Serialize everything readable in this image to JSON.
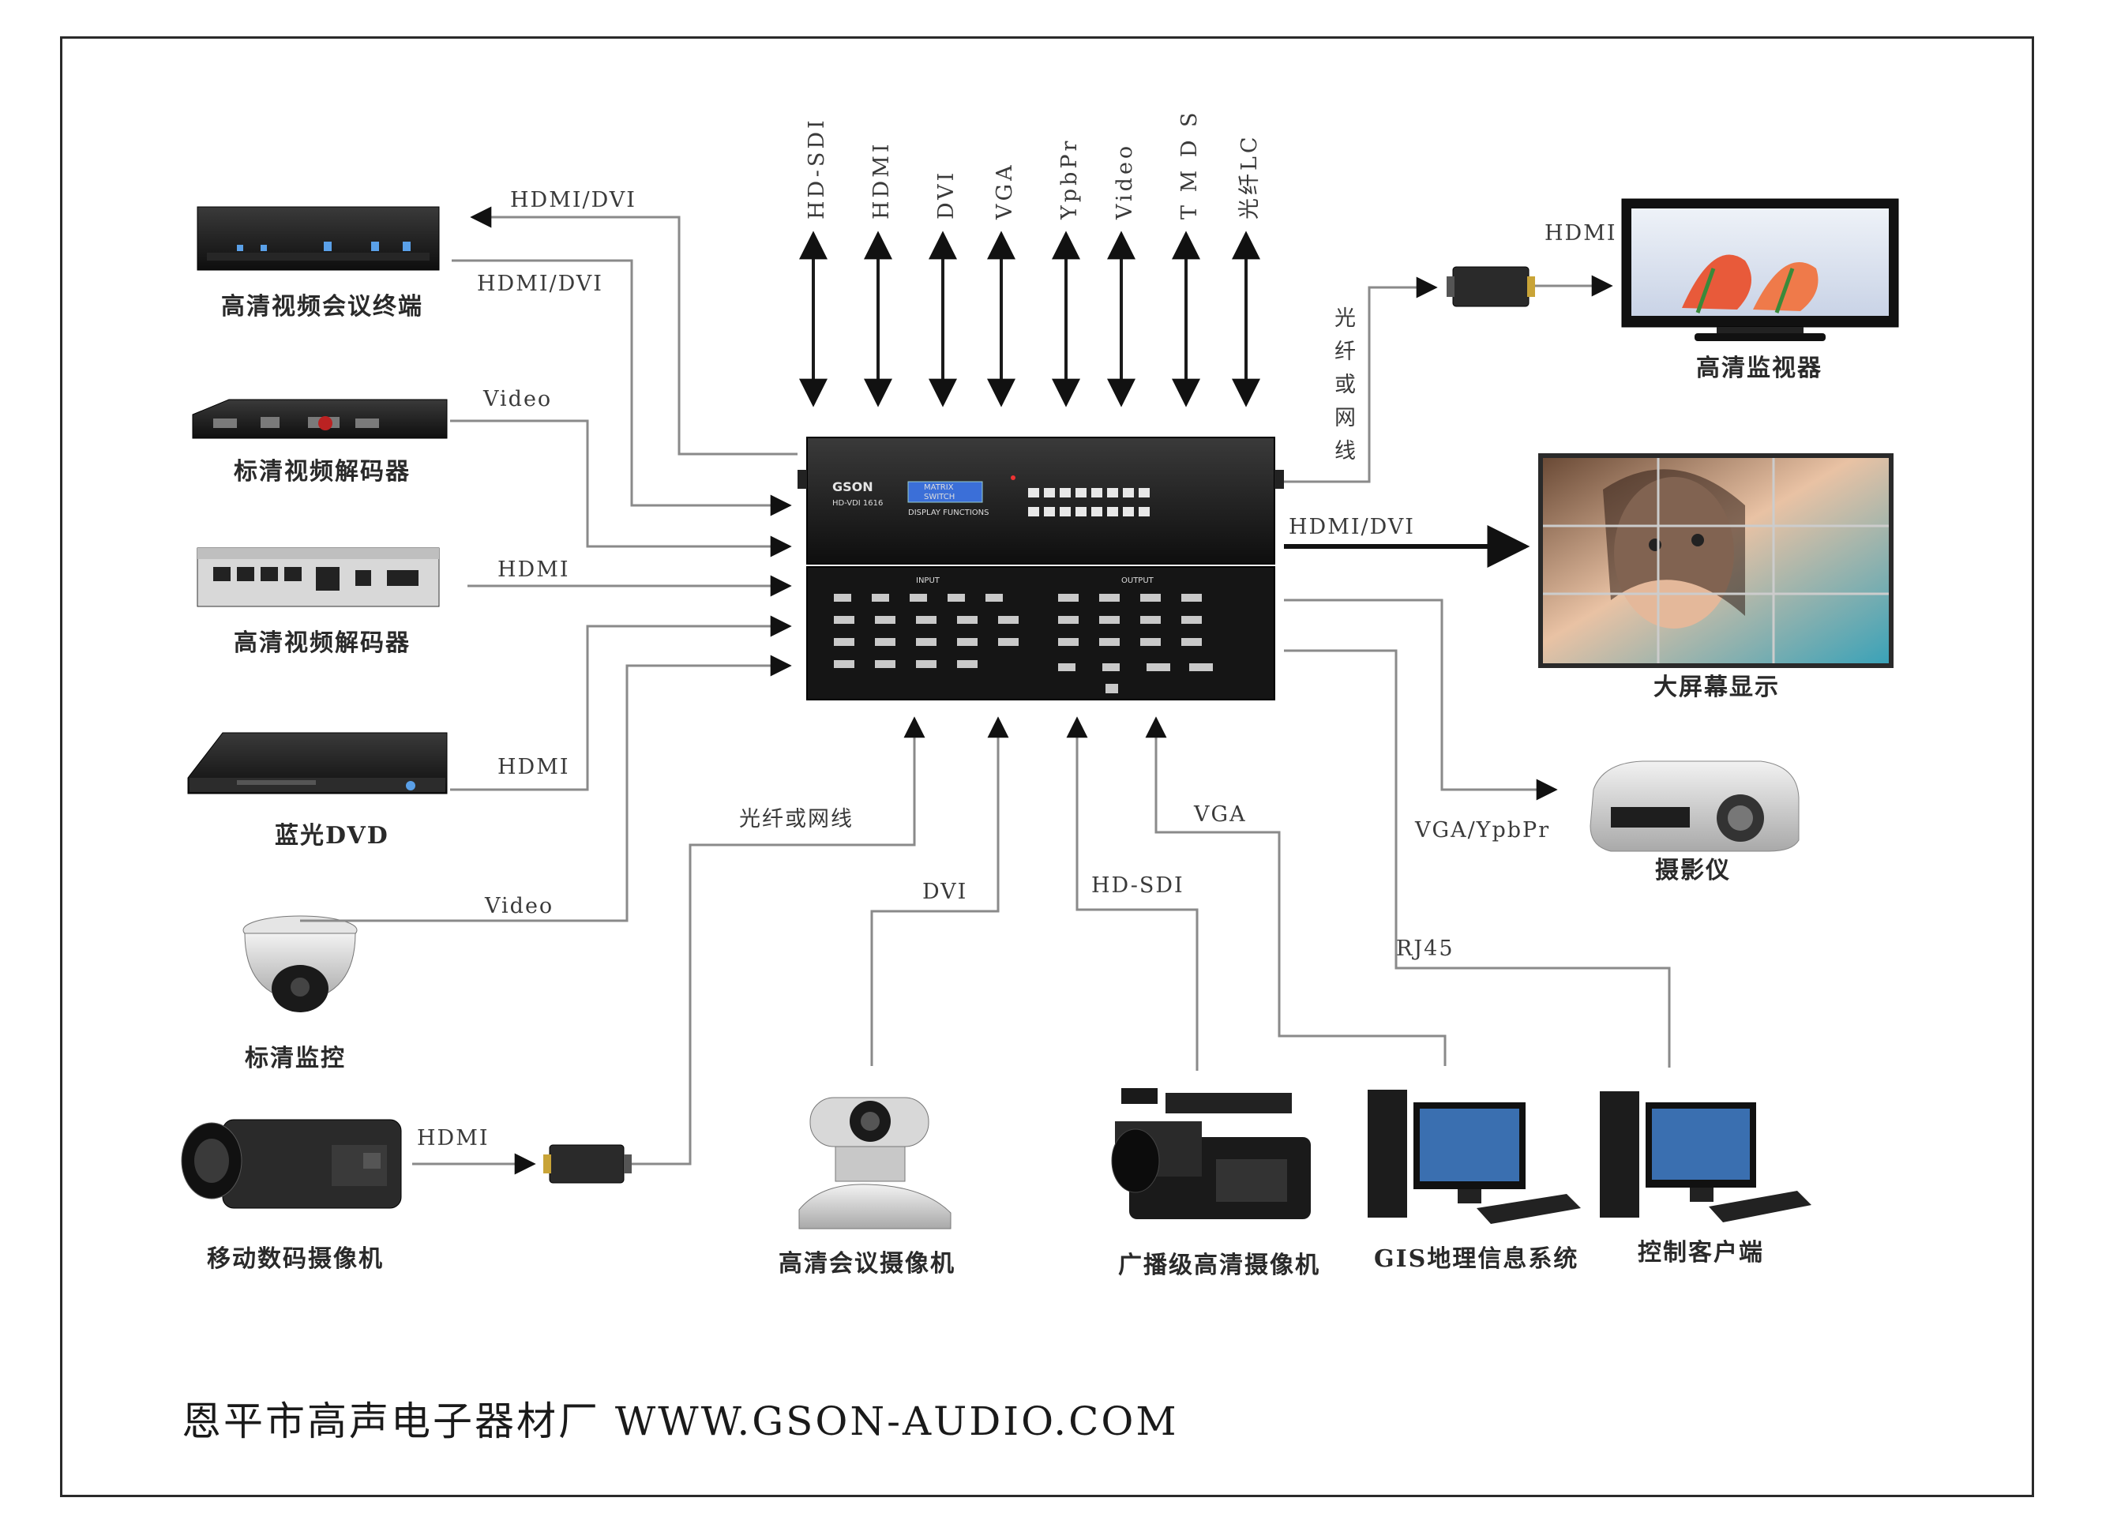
{
  "matrix": {
    "brand": "GSON",
    "model": "HD-VDI 1616",
    "lcd_line1": "MATRIX",
    "lcd_line2": "SWITCH",
    "panel_caption": "DISPLAY FUNCTIONS",
    "input_label": "INPUT",
    "output_label": "OUTPUT"
  },
  "top_interfaces": [
    "HD-SDI",
    "HDMI",
    "DVI",
    "VGA",
    "YpbPr",
    "Video",
    "T M D S",
    "光纤LC"
  ],
  "left_devices": [
    {
      "caption": "高清视频会议终端",
      "links": [
        "HDMI/DVI",
        "HDMI/DVI"
      ]
    },
    {
      "caption": "标清视频解码器",
      "link": "Video"
    },
    {
      "caption": "高清视频解码器",
      "link": "HDMI"
    },
    {
      "caption": "蓝光DVD",
      "link": "HDMI"
    },
    {
      "caption": "标清监控",
      "link": "Video"
    },
    {
      "caption": "移动数码摄像机",
      "link": "HDMI",
      "relay_link": "光纤或网线"
    }
  ],
  "right_devices": [
    {
      "caption": "高清监视器",
      "link": "HDMI /DVI",
      "relay_link": [
        "光",
        "纤",
        "或",
        "网",
        "线"
      ]
    },
    {
      "caption": "大屏幕显示",
      "link": "HDMI/DVI"
    },
    {
      "caption": "摄影仪",
      "link": "VGA/YpbPr"
    }
  ],
  "bottom_devices": [
    {
      "caption": "高清会议摄像机",
      "link": "DVI"
    },
    {
      "caption": "广播级高清摄像机",
      "link": "HD-SDI"
    },
    {
      "caption": "GIS地理信息系统",
      "link": "VGA"
    },
    {
      "caption": "控制客户端",
      "link": "RJ45"
    }
  ],
  "footer": "恩平市高声电子器材厂 WWW.GSON-AUDIO.COM",
  "colors": {
    "wire": "#8a8a8a",
    "arrow": "#1a1a1a",
    "device": "#1c1c1c",
    "frame": "#2a2a2a"
  },
  "icons": [
    "video-conference-terminal-icon",
    "sd-decoder-icon",
    "hd-decoder-icon",
    "bluray-player-icon",
    "dome-camera-icon",
    "camcorder-icon",
    "fiber-transceiver-icon",
    "matrix-switcher-icon",
    "hd-monitor-icon",
    "video-wall-icon",
    "projector-icon",
    "ptz-camera-icon",
    "broadcast-camera-icon",
    "desktop-computer-icon"
  ]
}
